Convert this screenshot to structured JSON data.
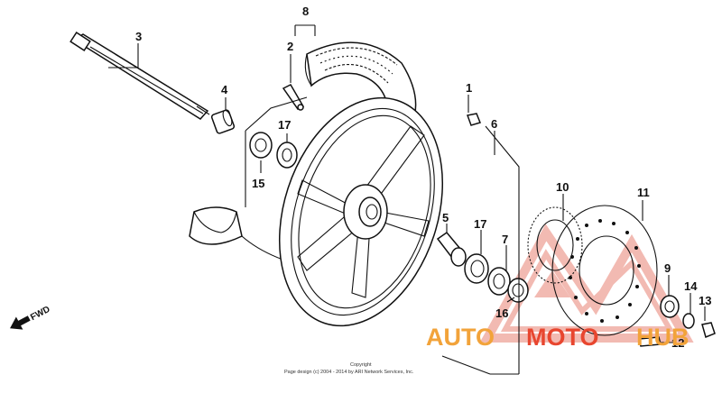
{
  "diagram": {
    "callouts": {
      "c1": "1",
      "c2": "2",
      "c3": "3",
      "c4": "4",
      "c5": "5",
      "c6": "6",
      "c7": "7",
      "c8": "8",
      "c9": "9",
      "c10": "10",
      "c11": "11",
      "c12": "12",
      "c13": "13",
      "c14": "14",
      "c15": "15",
      "c16": "16",
      "c17a": "17",
      "c17b": "17"
    },
    "fwd_label": "FWD",
    "copyright_line1": "Copyright",
    "copyright_line2": "Page design (c) 2004 - 2014 by ARI Network Services, Inc."
  },
  "watermark": {
    "text_auto": "AUTO",
    "text_moto": "MOTO",
    "text_hub": "HUB",
    "colors": {
      "orange": "#f2a33a",
      "red": "#e8462f"
    }
  },
  "icons": {
    "logo": "automotohub-triangle-logo",
    "arrow": "fwd-arrow-icon"
  }
}
